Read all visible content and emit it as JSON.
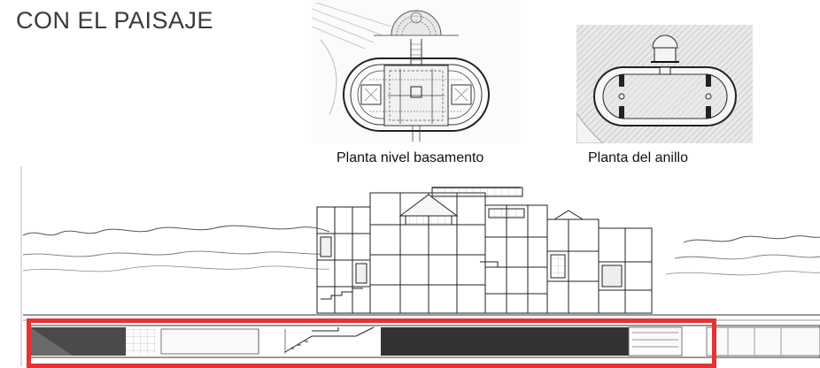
{
  "slide": {
    "title": "CON EL PAISAJE"
  },
  "figures": {
    "plan_basement_caption": "Planta nivel basamento",
    "plan_ring_caption": "Planta del anillo"
  },
  "highlight": {
    "color": "#e53232"
  }
}
